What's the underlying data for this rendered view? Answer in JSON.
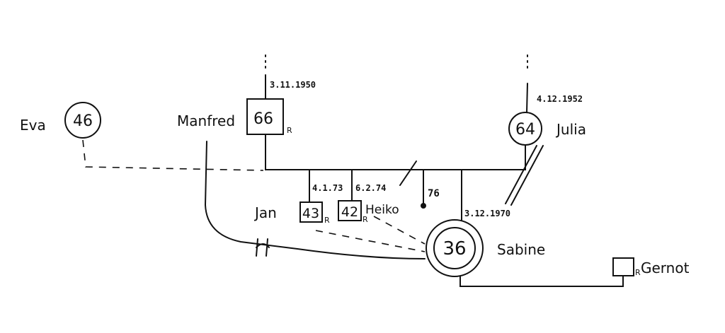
{
  "people": {
    "manfred": {
      "name": "Manfred",
      "age": "66",
      "birth": "3.11.1950",
      "mark": "R"
    },
    "julia": {
      "name": "Julia",
      "age": "64",
      "birth": "4.12.1952"
    },
    "eva": {
      "name": "Eva",
      "age": "46"
    },
    "jan": {
      "name": "Jan",
      "age": "43",
      "birth": "4.1.73",
      "mark": "R"
    },
    "heiko": {
      "name": "Heiko",
      "age": "42",
      "birth": "6.2.74",
      "mark": "R"
    },
    "deceased_child": {
      "year": "76"
    },
    "sabine": {
      "name": "Sabine",
      "age": "36",
      "birth": "3.12.1970"
    },
    "gernot": {
      "name": "Gernot",
      "mark": "R"
    }
  }
}
